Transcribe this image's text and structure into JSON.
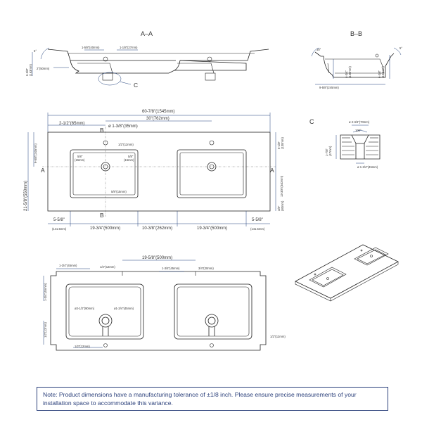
{
  "views": {
    "section_aa": {
      "title": "A–A",
      "dims": {
        "d1": "1-5/8\"(40mm)",
        "d2": "1-1/8\"(27mm)",
        "angle": "5°",
        "height": "6-3/8\"",
        "height_mm": "(163mm)",
        "lip": "2\"(50mm)",
        "detail": "C"
      }
    },
    "section_bb": {
      "title": "B–B",
      "dims": {
        "angle_left": "30°",
        "angle_right": "5°",
        "inner": "4-3/4\"",
        "inner_mm": "(120mm)",
        "outer": "6-3/8\"",
        "outer_mm": "(163mm)",
        "depth": "9-5/8\"(245mm)"
      }
    },
    "detail_c": {
      "title": "C",
      "dims": {
        "top": "ø 2-3/4\"(70mm)",
        "angle": "100°",
        "height": "1-7/8\"",
        "height_mm": "(47mm)",
        "bottom": "ø 1-3/4\"(45mm)"
      }
    },
    "top_view": {
      "dims": {
        "overall": "60-7/8\"(1545mm)",
        "centers": "30\"(762mm)",
        "offset": "2-1/2\"(65mm)",
        "faucet_hole": "ø 1-3/8\"(35mm)",
        "hole_setback": "1/2\"(12mm)",
        "left_depth": "9-5/8\"(245mm)",
        "full_depth": "21-5/8\"(550mm)",
        "right_top": "5-1/8\"",
        "right_top_mm": "(130mm)",
        "right_bowl": "13-3/8\"(340mm)",
        "right_bottom": "3/8\"",
        "right_bottom_mm": "(80mm)",
        "wall_a": "5/8\"",
        "wall_a_mm": "(15mm)",
        "wall_b": "5/8\"",
        "wall_b_mm": "(15mm)",
        "wall_c": "5/8\"(15mm)",
        "margin_left": "5-5/8\"",
        "margin_left_mm": "(141.5mm)",
        "bowl_left": "19-3/4\"(500mm)",
        "gap": "10-3/8\"(262mm)",
        "bowl_right": "19-3/4\"(500mm)",
        "margin_right": "5-5/8\"",
        "margin_right_mm": "(141.5mm)",
        "label_a": "A",
        "label_b": "B"
      }
    },
    "bottom_view": {
      "dims": {
        "left_top": "1-3/4\"(45mm)",
        "hole_gap": "1/2\"(12mm)",
        "center_span": "19-5/8\"(500mm)",
        "right_top": "1-3/4\"(45mm)",
        "right_small": "3/4\"(20mm)",
        "left_side": "1-3/4\"(45mm)",
        "drain_outer": "ø3-1/2\"(90mm)",
        "drain_inner": "ø1-3/4\"(45mm)",
        "left_low": "1/2\"(12mm)",
        "bottom": "1/2\"(12mm)",
        "right_low": "1/2\"(12mm)"
      }
    }
  },
  "note": {
    "text": "Note: Product dimensions have a manufacturing tolerance of ±1/8 inch. Please ensure precise measurements of your installation space to accommodate this variance."
  }
}
